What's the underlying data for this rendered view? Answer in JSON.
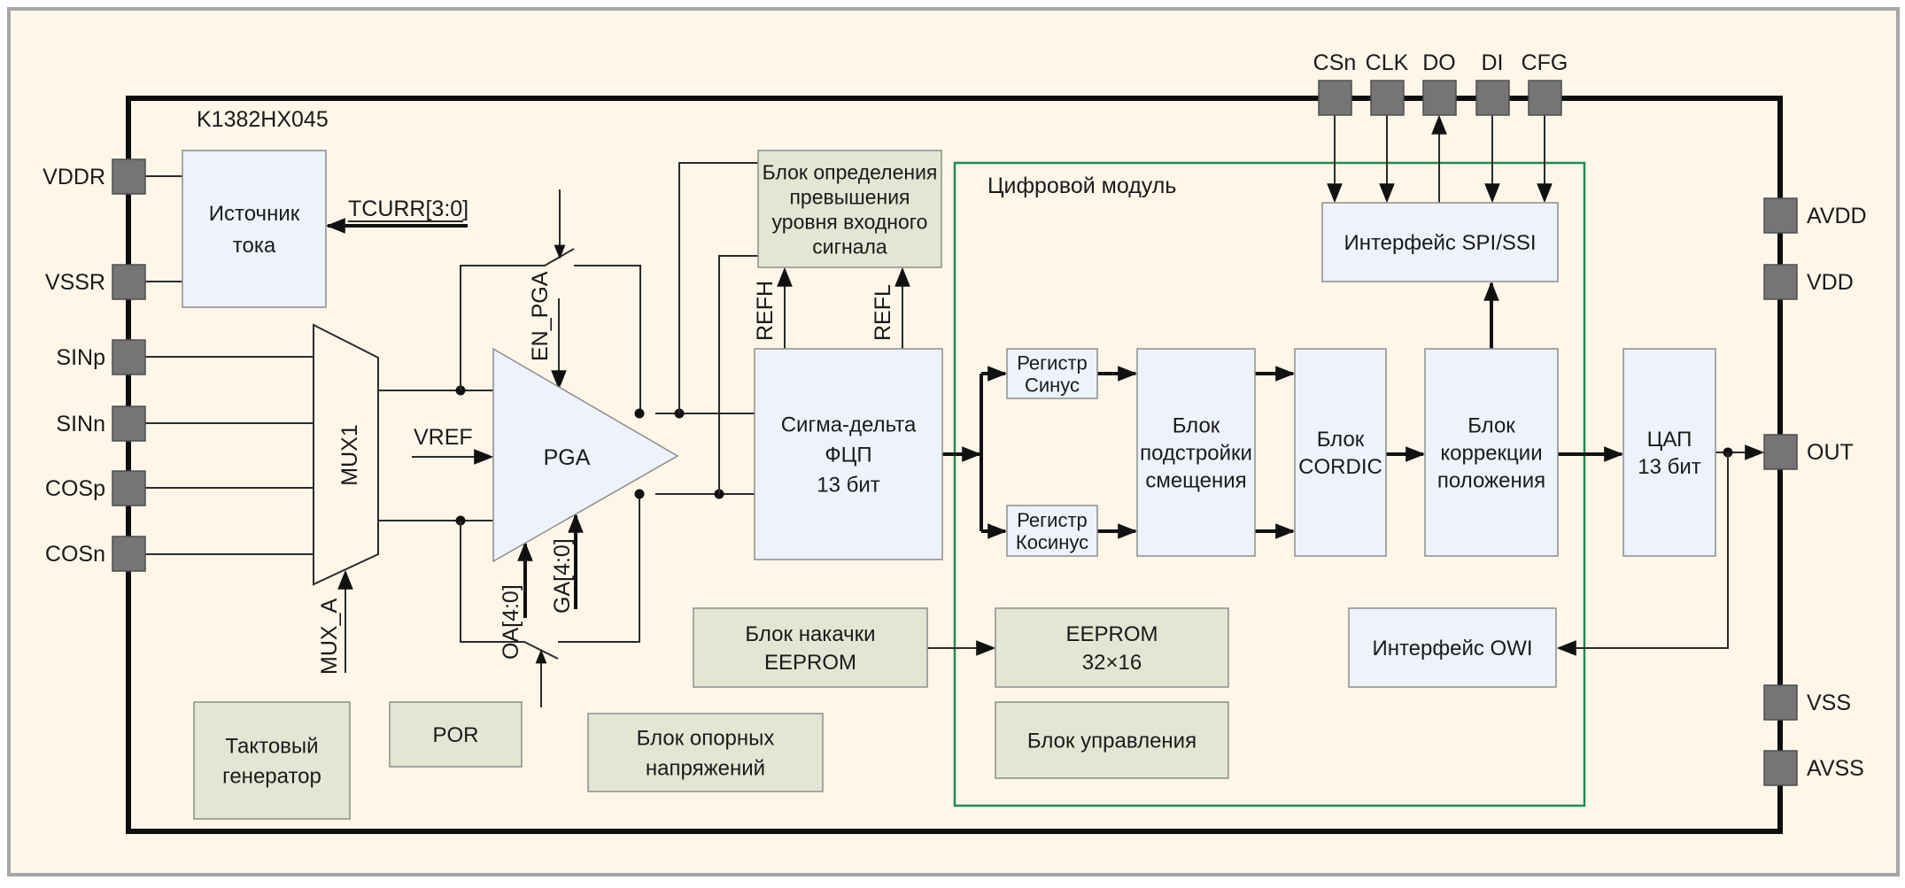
{
  "diagram": {
    "chip_name": "K1382HX045",
    "digital_module_title": "Цифровой модуль",
    "colors": {
      "background": "#fdf6e9",
      "frame_border": "#a6a6a6",
      "pad": "#767474",
      "analog_block_fill": "#e3e6d4",
      "digital_block_fill": "#eef2fa",
      "module_border": "#1e8c50",
      "wire": "#2b2b2b"
    },
    "pins": {
      "left": [
        "VDDR",
        "VSSR",
        "SINp",
        "SINn",
        "COSp",
        "COSn"
      ],
      "top": [
        "CSn",
        "CLK",
        "DO",
        "DI",
        "CFG"
      ],
      "right": [
        "AVDD",
        "VDD",
        "OUT",
        "VSS",
        "AVSS"
      ]
    },
    "blocks": {
      "current_source": [
        "Источник",
        "тока"
      ],
      "overload_detect": [
        "Блок определения",
        "превышения",
        "уровня входного",
        "сигнала"
      ],
      "sigma_delta": [
        "Сигма-дельта",
        "ФЦП",
        "13 бит"
      ],
      "reg_sin": [
        "Регистр",
        "Синус"
      ],
      "reg_cos": [
        "Регистр",
        "Косинус"
      ],
      "offset_trim": [
        "Блок",
        "подстройки",
        "смещения"
      ],
      "cordic": [
        "Блок",
        "CORDIC"
      ],
      "position_correction": [
        "Блок",
        "коррекции",
        "положения"
      ],
      "spi": [
        "Интерфейс SPI/SSI"
      ],
      "dac": [
        "ЦАП",
        "13 бит"
      ],
      "owi": [
        "Интерфейс OWI"
      ],
      "eeprom": [
        "EEPROM",
        "32×16"
      ],
      "control": [
        "Блок управления"
      ],
      "eeprom_pump": [
        "Блок накачки",
        "EEPROM"
      ],
      "voltage_ref": [
        "Блок опорных",
        "напряжений"
      ],
      "por": [
        "POR"
      ],
      "clock_gen": [
        "Тактовый",
        "генератор"
      ],
      "mux": "MUX1",
      "pga": "PGA"
    },
    "signals": {
      "tcurr": "TCURR[3:0]",
      "en_pga": "EN_PGA",
      "vref": "VREF",
      "mux_a": "MUX_A",
      "oa": "OA[4:0]",
      "ga": "GA[4:0]",
      "refh": "REFH",
      "refl": "REFL"
    }
  }
}
